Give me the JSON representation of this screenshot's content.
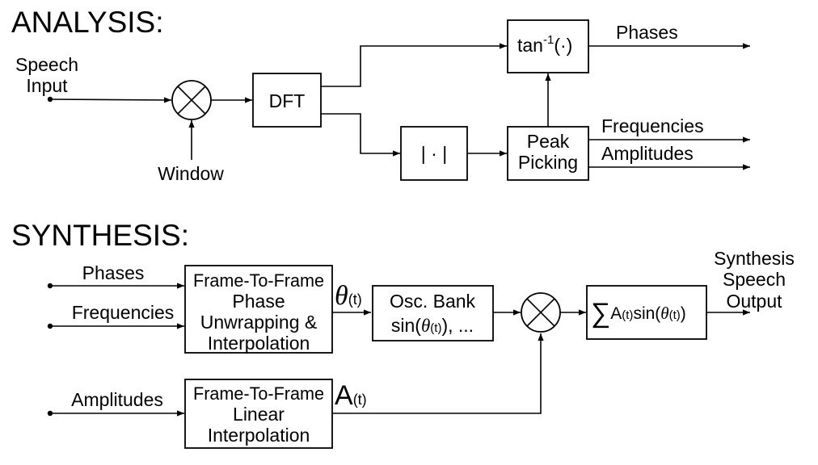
{
  "analysis": {
    "heading": "ANALYSIS:",
    "input_label_1": "Speech",
    "input_label_2": "Input",
    "window_label": "Window",
    "dft_label": "DFT",
    "abs_label": "| · |",
    "atan_label_base": "tan",
    "atan_label_sup": "-1",
    "atan_label_arg": "(·)",
    "peak_label_1": "Peak",
    "peak_label_2": "Picking",
    "out_phases": "Phases",
    "out_frequencies": "Frequencies",
    "out_amplitudes": "Amplitudes"
  },
  "synthesis": {
    "heading": "SYNTHESIS:",
    "in_phases": "Phases",
    "in_frequencies": "Frequencies",
    "in_amplitudes": "Amplitudes",
    "phase_box_1": "Frame-To-Frame",
    "phase_box_2": "Phase",
    "phase_box_3": "Unwrapping &",
    "phase_box_4": "Interpolation",
    "lin_box_1": "Frame-To-Frame",
    "lin_box_2": "Linear",
    "lin_box_3": "Interpolation",
    "theta": "θ",
    "t_arg": "(t)",
    "amp_symbol": "A",
    "osc_1": "Osc. Bank",
    "osc_2_pre": "sin(",
    "osc_2_post": "), ...",
    "sum_symbol": "∑",
    "sum_a": "A",
    "sum_sin": "sin(",
    "sum_close": ")",
    "out_1": "Synthesis",
    "out_2": "Speech",
    "out_3": "Output"
  }
}
